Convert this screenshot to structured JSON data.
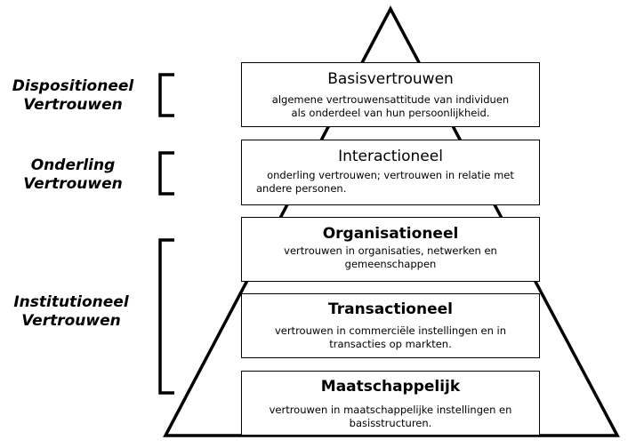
{
  "side_labels": {
    "dispositioneel": [
      "Dispositioneel",
      "Vertrouwen"
    ],
    "onderling": [
      "Onderling",
      "Vertrouwen"
    ],
    "institutioneel": [
      "Institutioneel",
      "Vertrouwen"
    ]
  },
  "boxes": [
    {
      "title": "Basisvertrouwen",
      "desc_lines": [
        "algemene vertrouwensattitude van individuen",
        "als onderdeel van hun persoonlijkheid."
      ]
    },
    {
      "title": "Interactioneel",
      "desc_lines": [
        "onderling vertrouwen; vertrouwen in relatie met",
        "andere personen."
      ]
    },
    {
      "title": "Organisationeel",
      "desc_lines": [
        "vertrouwen in organisaties, netwerken en",
        "gemeenschappen"
      ]
    },
    {
      "title": "Transactioneel",
      "desc_lines": [
        "vertrouwen in commerciële instellingen en in",
        "transacties op markten."
      ]
    },
    {
      "title": "Maatschappelijk",
      "desc_lines": [
        "vertrouwen in maatschappelijke instellingen en",
        "basisstructuren."
      ]
    }
  ]
}
